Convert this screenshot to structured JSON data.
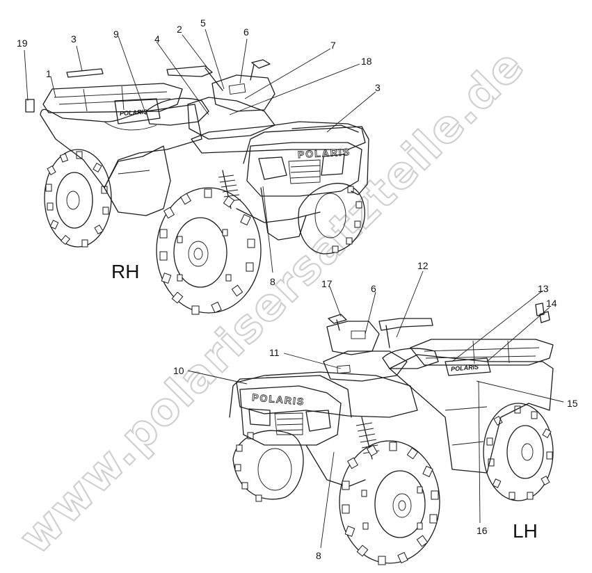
{
  "views": {
    "rh": {
      "label": "RH"
    },
    "lh": {
      "label": "LH"
    }
  },
  "brand": {
    "main": "POLARIS",
    "side": "POLARIS"
  },
  "watermark": "www.polarisersatzteile.de",
  "callouts_rh": [
    "19",
    "3",
    "1",
    "9",
    "4",
    "2",
    "5",
    "6",
    "7",
    "18",
    "3",
    "8"
  ],
  "callouts_lh": [
    "17",
    "6",
    "12",
    "13",
    "14",
    "11",
    "10",
    "15",
    "16",
    "8"
  ],
  "colors": {
    "line": "#1a1a1a",
    "background": "#ffffff",
    "watermark": "#d0d0d0"
  }
}
